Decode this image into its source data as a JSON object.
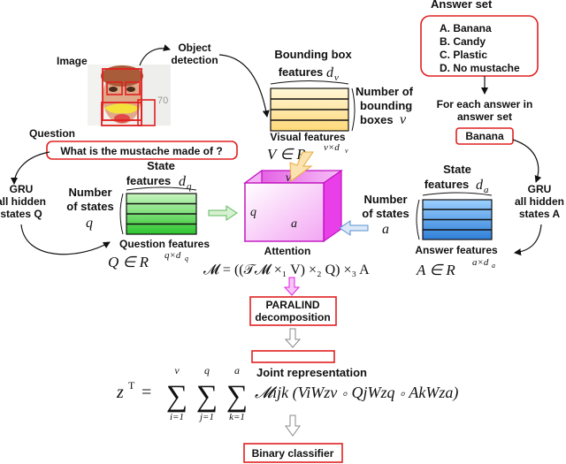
{
  "answer_set": {
    "title": "Answer set",
    "options": [
      "A. Banana",
      "B. Candy",
      "C. Plastic",
      "D. No mustache"
    ]
  },
  "image_block": {
    "label": "Image",
    "board_text": "70"
  },
  "object_detection": {
    "line1": "Object",
    "line2": "detection"
  },
  "visual": {
    "bbox_title1": "Bounding box",
    "bbox_title2": "features",
    "dim": "d",
    "dim_sub": "v",
    "count1": "Number of",
    "count2": "bounding",
    "count3": "boxes",
    "count_var": "v",
    "caption": "Visual features",
    "matrix": "V ∈ R",
    "matrix_sup": "v×d",
    "matrix_sup_sub": "v"
  },
  "for_each": {
    "line1": "For each answer in",
    "line2": "answer set"
  },
  "selected_answer": "Banana",
  "question": {
    "label": "Question",
    "text": "What is the mustache made of ?"
  },
  "gru_q": {
    "line1": "GRU",
    "line2": "all hidden",
    "line3": "states Q"
  },
  "gru_a": {
    "line1": "GRU",
    "line2": "all hidden",
    "line3": "states A"
  },
  "qfeat": {
    "title1": "State",
    "title2": "features",
    "dim": "d",
    "dim_sub": "q",
    "count1": "Number",
    "count2": "of states",
    "count_var": "q",
    "caption": "Question features",
    "matrix": "Q ∈ R",
    "matrix_sup": "q×d",
    "matrix_sup_sub": "q"
  },
  "afeat": {
    "title1": "State",
    "title2": "features",
    "dim": "d",
    "dim_sub": "a",
    "count1": "Number",
    "count2": "of states",
    "count_var": "a",
    "caption": "Answer features",
    "matrix": "A ∈ R",
    "matrix_sup": "a×d",
    "matrix_sup_sub": "a"
  },
  "attention": {
    "top": "v",
    "left": "q",
    "front": "a",
    "label": "Attention",
    "formula": "𝓜 = ((𝒯𝓜 ×₁ V) ×₂ Q) ×₃ A"
  },
  "paralind": {
    "line1": "PARALIND",
    "line2": "decomposition"
  },
  "joint": {
    "label": "Joint representation",
    "lhs": "z",
    "lhs_sup": "T",
    "sum1_top": "v",
    "sum1_bot": "i=1",
    "sum2_top": "q",
    "sum2_bot": "j=1",
    "sum3_top": "a",
    "sum3_bot": "k=1",
    "body": "𝓜ijk (ViWzv ∘ QjWzq ∘ AkWza)"
  },
  "classifier": "Binary classifier",
  "colors": {
    "yellow": "#fff1b8",
    "green": "#2ec52e",
    "blue": "#3c8fe0",
    "magenta": "#e020e0",
    "red": "#e02020",
    "orange_arrow": "#f7c97a",
    "green_arrow": "#a6dba0",
    "blue_arrow": "#a9c8ea",
    "pink_arrow": "#f08ef0"
  }
}
